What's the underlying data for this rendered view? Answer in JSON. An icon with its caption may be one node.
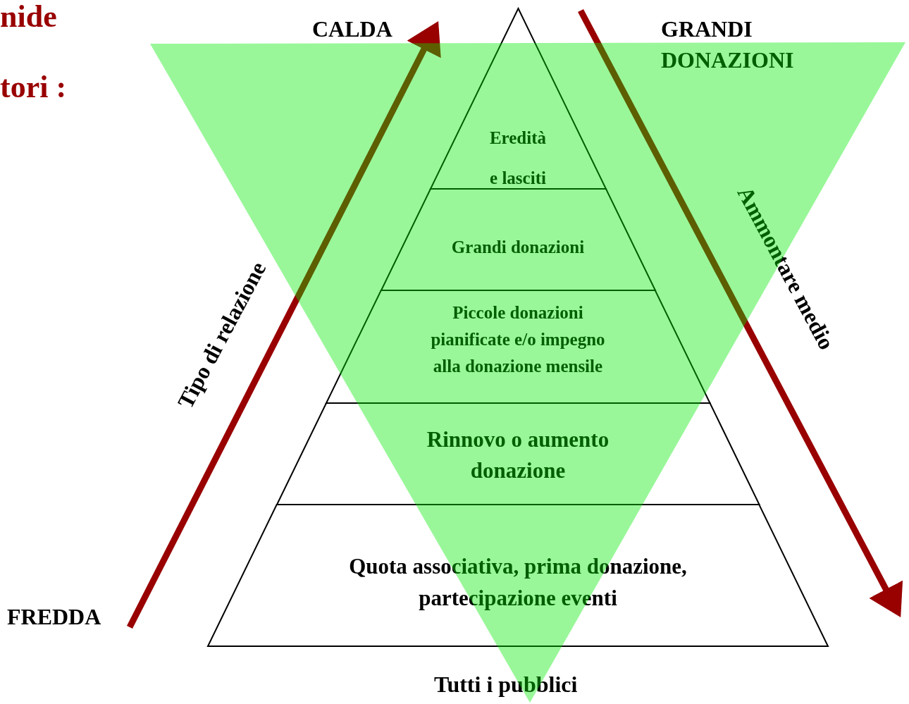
{
  "diagram": {
    "nodes": [
      {
        "text": [
          "Eredità e lasciti"
        ]
      },
      {
        "text": [
          "Grandi donazioni"
        ]
      },
      {
        "text": [
          "Piccole donazioni pianificate e/o impegno alla donazione mensile"
        ]
      },
      {
        "text": [
          "Rinnovo o aumento donazione"
        ]
      },
      {
        "text": [
          "Quota associativa, prima donazione, partecipazione eventi"
        ]
      }
    ],
    "labels": [
      "nide",
      "tori :",
      "CALDA",
      "GRANDI",
      "DONAZIONI",
      "Tipo di relazione",
      "Ammontare medio",
      "FREDDA",
      "Tutti i pubblici"
    ]
  }
}
